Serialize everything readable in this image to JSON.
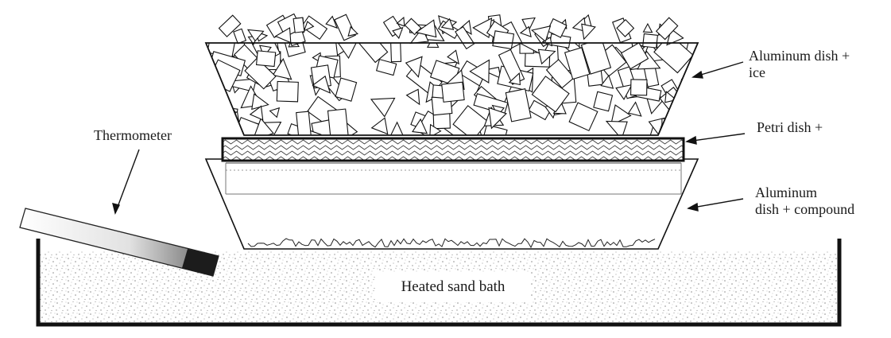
{
  "labels": {
    "ice_dish": "Aluminum dish +\nice",
    "petri_dish": "Petri dish +",
    "compound_dish": "Aluminum\ndish + compound",
    "thermometer": "Thermometer",
    "sand_bath": "Heated sand bath"
  },
  "colors": {
    "ink": "#1a1a1a",
    "sand_speckle": "#9a9a9a",
    "background": "#ffffff"
  }
}
